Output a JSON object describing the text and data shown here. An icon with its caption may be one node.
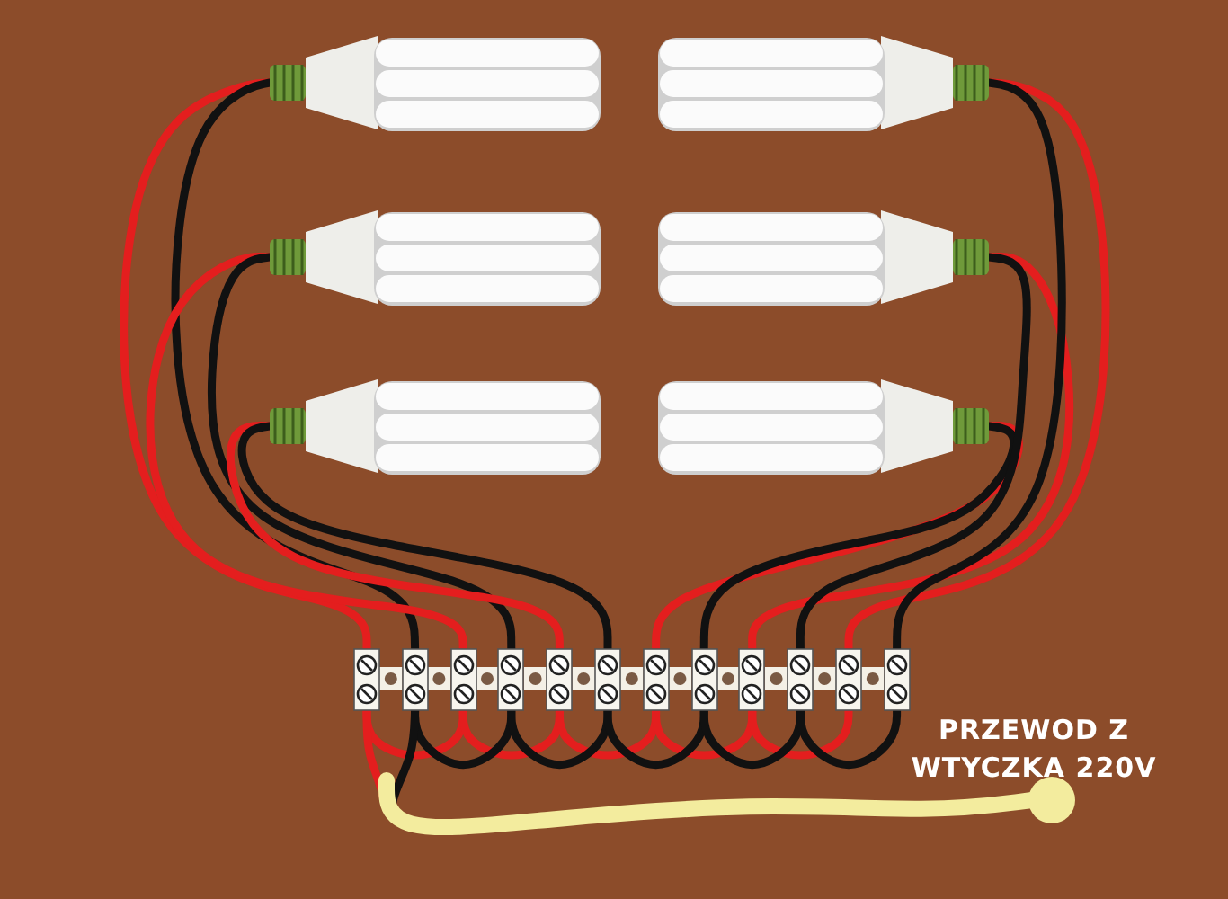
{
  "diagram": {
    "nodes": [
      {
        "text": [],
        "shape": "bulb"
      },
      {
        "text": [],
        "shape": "bulb"
      },
      {
        "text": [],
        "shape": "bulb"
      },
      {
        "text": [],
        "shape": "bulb"
      },
      {
        "text": [],
        "shape": "bulb"
      },
      {
        "text": [],
        "shape": "bulb"
      },
      {
        "text": [],
        "shape": "box"
      },
      {
        "text": [],
        "shape": "box"
      },
      {
        "text": [],
        "shape": "box"
      },
      {
        "text": [],
        "shape": "box"
      },
      {
        "text": [],
        "shape": "box"
      },
      {
        "text": [],
        "shape": "box"
      },
      {
        "text": [],
        "shape": "box"
      },
      {
        "text": [],
        "shape": "box"
      },
      {
        "text": [],
        "shape": "box"
      },
      {
        "text": [],
        "shape": "box"
      },
      {
        "text": [],
        "shape": "box"
      },
      {
        "text": [],
        "shape": "box"
      },
      {
        "text": [],
        "shape": "circle"
      }
    ],
    "edges": [
      {
        "from": 0,
        "to": 6,
        "arrow": "none",
        "color": "#e41e1e"
      },
      {
        "from": 0,
        "to": 7,
        "arrow": "none",
        "color": "#111111"
      },
      {
        "from": 1,
        "to": 8,
        "arrow": "none",
        "color": "#e41e1e"
      },
      {
        "from": 1,
        "to": 9,
        "arrow": "none",
        "color": "#111111"
      },
      {
        "from": 2,
        "to": 10,
        "arrow": "none",
        "color": "#e41e1e"
      },
      {
        "from": 2,
        "to": 11,
        "arrow": "none",
        "color": "#111111"
      },
      {
        "from": 5,
        "to": 12,
        "arrow": "none",
        "color": "#e41e1e"
      },
      {
        "from": 5,
        "to": 13,
        "arrow": "none",
        "color": "#111111"
      },
      {
        "from": 4,
        "to": 14,
        "arrow": "none",
        "color": "#e41e1e"
      },
      {
        "from": 4,
        "to": 15,
        "arrow": "none",
        "color": "#111111"
      },
      {
        "from": 3,
        "to": 16,
        "arrow": "none",
        "color": "#e41e1e"
      },
      {
        "from": 3,
        "to": 17,
        "arrow": "none",
        "color": "#111111"
      },
      {
        "from": 6,
        "to": 8,
        "arrow": "none",
        "color": "#e41e1e"
      },
      {
        "from": 8,
        "to": 10,
        "arrow": "none",
        "color": "#e41e1e"
      },
      {
        "from": 10,
        "to": 12,
        "arrow": "none",
        "color": "#e41e1e"
      },
      {
        "from": 12,
        "to": 14,
        "arrow": "none",
        "color": "#e41e1e"
      },
      {
        "from": 14,
        "to": 16,
        "arrow": "none",
        "color": "#e41e1e"
      },
      {
        "from": 7,
        "to": 9,
        "arrow": "none",
        "color": "#111111"
      },
      {
        "from": 9,
        "to": 11,
        "arrow": "none",
        "color": "#111111"
      },
      {
        "from": 11,
        "to": 13,
        "arrow": "none",
        "color": "#111111"
      },
      {
        "from": 13,
        "to": 15,
        "arrow": "none",
        "color": "#111111"
      },
      {
        "from": 15,
        "to": 17,
        "arrow": "none",
        "color": "#111111"
      },
      {
        "from": 6,
        "to": 18,
        "arrow": "none",
        "color": "#e41e1e"
      },
      {
        "from": 7,
        "to": 18,
        "arrow": "none",
        "color": "#111111"
      }
    ],
    "labels": [
      "PRZEWOD Z WTYCZKA 220V"
    ]
  }
}
